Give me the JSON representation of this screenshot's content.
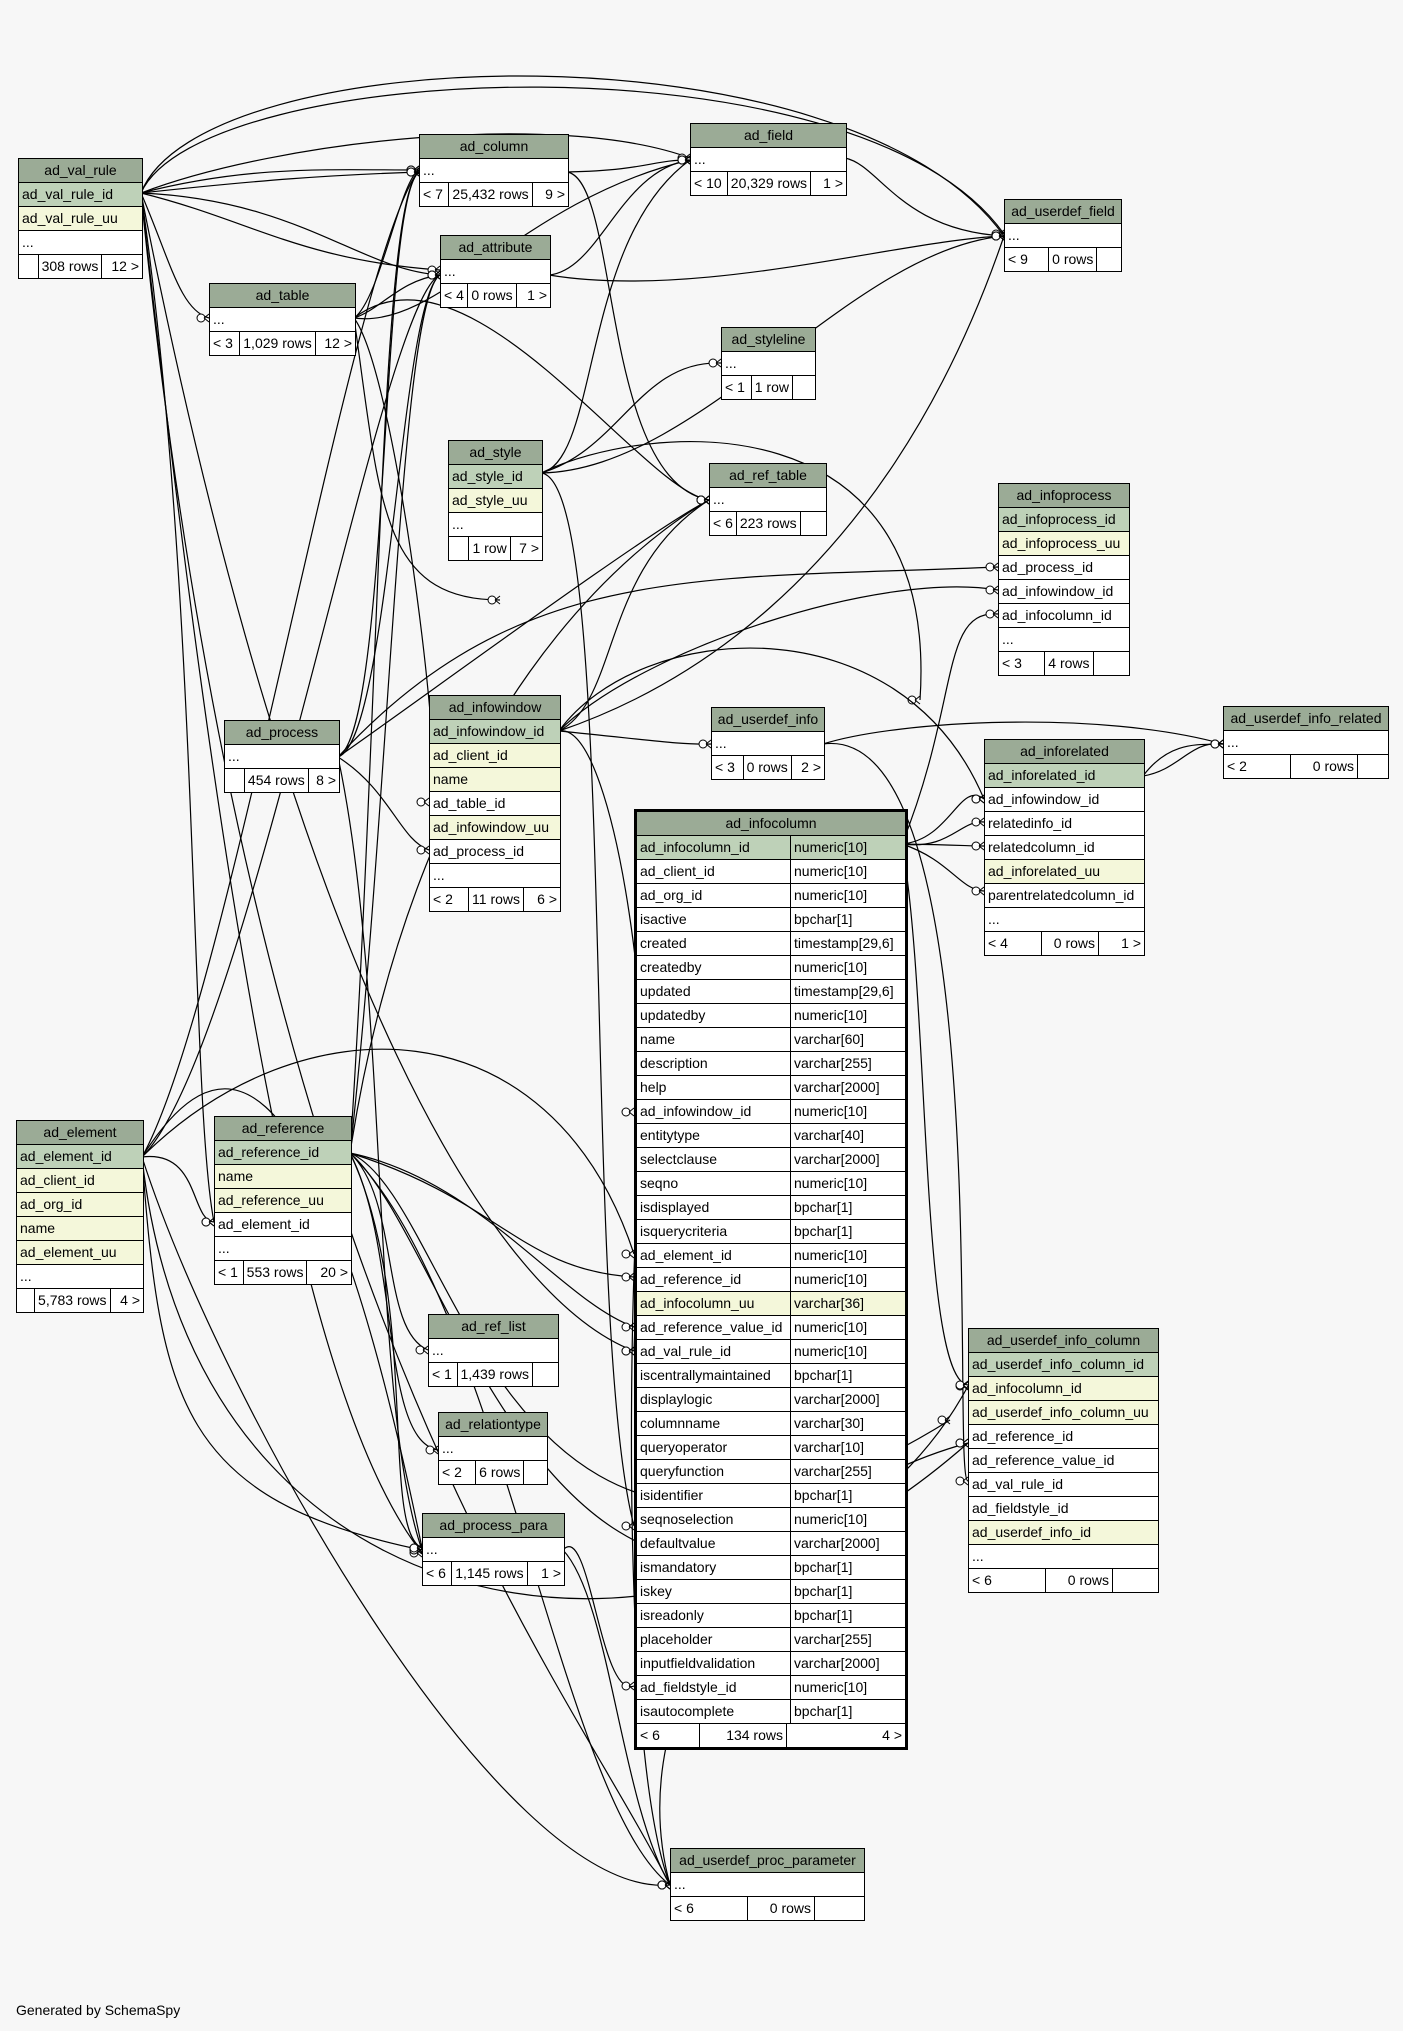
{
  "footer": "Generated by SchemaSpy",
  "tables": [
    {
      "id": "ad_val_rule",
      "title": "ad_val_rule",
      "rows": [
        {
          "n": "ad_val_rule_id",
          "k": "pk"
        },
        {
          "n": "ad_val_rule_uu",
          "k": "uk"
        },
        {
          "n": "..."
        }
      ],
      "footer": [
        "",
        "308 rows",
        "12 >"
      ]
    },
    {
      "id": "ad_column",
      "title": "ad_column",
      "rows": [
        {
          "n": "..."
        }
      ],
      "footer": [
        "< 7",
        "25,432 rows",
        "9 >"
      ]
    },
    {
      "id": "ad_field",
      "title": "ad_field",
      "rows": [
        {
          "n": "..."
        }
      ],
      "footer": [
        "< 10",
        "20,329 rows",
        "1 >"
      ]
    },
    {
      "id": "ad_userdef_field",
      "title": "ad_userdef_field",
      "rows": [
        {
          "n": "..."
        }
      ],
      "footer": [
        "< 9",
        "0 rows",
        ""
      ]
    },
    {
      "id": "ad_attribute",
      "title": "ad_attribute",
      "rows": [
        {
          "n": "..."
        }
      ],
      "footer": [
        "< 4",
        "0 rows",
        "1 >"
      ]
    },
    {
      "id": "ad_table",
      "title": "ad_table",
      "rows": [
        {
          "n": "..."
        }
      ],
      "footer": [
        "< 3",
        "1,029 rows",
        "12 >"
      ]
    },
    {
      "id": "ad_styleline",
      "title": "ad_styleline",
      "rows": [
        {
          "n": "..."
        }
      ],
      "footer": [
        "< 1",
        "1 row",
        ""
      ]
    },
    {
      "id": "ad_style",
      "title": "ad_style",
      "rows": [
        {
          "n": "ad_style_id",
          "k": "pk"
        },
        {
          "n": "ad_style_uu",
          "k": "uk"
        },
        {
          "n": "..."
        }
      ],
      "footer": [
        "",
        "1 row",
        "7 >"
      ]
    },
    {
      "id": "ad_ref_table",
      "title": "ad_ref_table",
      "rows": [
        {
          "n": "..."
        }
      ],
      "footer": [
        "< 6",
        "223 rows",
        ""
      ]
    },
    {
      "id": "ad_infoprocess",
      "title": "ad_infoprocess",
      "rows": [
        {
          "n": "ad_infoprocess_id",
          "k": "pk"
        },
        {
          "n": "ad_infoprocess_uu",
          "k": "uk"
        },
        {
          "n": "ad_process_id"
        },
        {
          "n": "ad_infowindow_id"
        },
        {
          "n": "ad_infocolumn_id"
        },
        {
          "n": "..."
        }
      ],
      "footer": [
        "< 3",
        "4 rows",
        ""
      ]
    },
    {
      "id": "ad_process",
      "title": "ad_process",
      "rows": [
        {
          "n": "..."
        }
      ],
      "footer": [
        "",
        "454 rows",
        "8 >"
      ]
    },
    {
      "id": "ad_infowindow",
      "title": "ad_infowindow",
      "rows": [
        {
          "n": "ad_infowindow_id",
          "k": "pk"
        },
        {
          "n": "ad_client_id",
          "k": "uk"
        },
        {
          "n": "name",
          "k": "uk"
        },
        {
          "n": "ad_table_id"
        },
        {
          "n": "ad_infowindow_uu",
          "k": "uk"
        },
        {
          "n": "ad_process_id"
        },
        {
          "n": "..."
        }
      ],
      "footer": [
        "< 2",
        "11 rows",
        "6 >"
      ]
    },
    {
      "id": "ad_userdef_info",
      "title": "ad_userdef_info",
      "rows": [
        {
          "n": "..."
        }
      ],
      "footer": [
        "< 3",
        "0 rows",
        "2 >"
      ]
    },
    {
      "id": "ad_userdef_info_related",
      "title": "ad_userdef_info_related",
      "rows": [
        {
          "n": "..."
        }
      ],
      "footer": [
        "< 2",
        "0 rows",
        ""
      ]
    },
    {
      "id": "ad_inforelated",
      "title": "ad_inforelated",
      "rows": [
        {
          "n": "ad_inforelated_id",
          "k": "pk"
        },
        {
          "n": "ad_infowindow_id"
        },
        {
          "n": "relatedinfo_id"
        },
        {
          "n": "relatedcolumn_id"
        },
        {
          "n": "ad_inforelated_uu",
          "k": "uk"
        },
        {
          "n": "parentrelatedcolumn_id"
        },
        {
          "n": "..."
        }
      ],
      "footer": [
        "< 4",
        "0 rows",
        "1 >"
      ]
    },
    {
      "id": "ad_infocolumn",
      "title": "ad_infocolumn",
      "focus": true,
      "rows": [
        {
          "n": "ad_infocolumn_id",
          "t": "numeric[10]",
          "k": "pk"
        },
        {
          "n": "ad_client_id",
          "t": "numeric[10]"
        },
        {
          "n": "ad_org_id",
          "t": "numeric[10]"
        },
        {
          "n": "isactive",
          "t": "bpchar[1]"
        },
        {
          "n": "created",
          "t": "timestamp[29,6]"
        },
        {
          "n": "createdby",
          "t": "numeric[10]"
        },
        {
          "n": "updated",
          "t": "timestamp[29,6]"
        },
        {
          "n": "updatedby",
          "t": "numeric[10]"
        },
        {
          "n": "name",
          "t": "varchar[60]"
        },
        {
          "n": "description",
          "t": "varchar[255]"
        },
        {
          "n": "help",
          "t": "varchar[2000]"
        },
        {
          "n": "ad_infowindow_id",
          "t": "numeric[10]"
        },
        {
          "n": "entitytype",
          "t": "varchar[40]"
        },
        {
          "n": "selectclause",
          "t": "varchar[2000]"
        },
        {
          "n": "seqno",
          "t": "numeric[10]"
        },
        {
          "n": "isdisplayed",
          "t": "bpchar[1]"
        },
        {
          "n": "isquerycriteria",
          "t": "bpchar[1]"
        },
        {
          "n": "ad_element_id",
          "t": "numeric[10]"
        },
        {
          "n": "ad_reference_id",
          "t": "numeric[10]"
        },
        {
          "n": "ad_infocolumn_uu",
          "t": "varchar[36]",
          "k": "uk"
        },
        {
          "n": "ad_reference_value_id",
          "t": "numeric[10]"
        },
        {
          "n": "ad_val_rule_id",
          "t": "numeric[10]"
        },
        {
          "n": "iscentrallymaintained",
          "t": "bpchar[1]"
        },
        {
          "n": "displaylogic",
          "t": "varchar[2000]"
        },
        {
          "n": "columnname",
          "t": "varchar[30]"
        },
        {
          "n": "queryoperator",
          "t": "varchar[10]"
        },
        {
          "n": "queryfunction",
          "t": "varchar[255]"
        },
        {
          "n": "isidentifier",
          "t": "bpchar[1]"
        },
        {
          "n": "seqnoselection",
          "t": "numeric[10]"
        },
        {
          "n": "defaultvalue",
          "t": "varchar[2000]"
        },
        {
          "n": "ismandatory",
          "t": "bpchar[1]"
        },
        {
          "n": "iskey",
          "t": "bpchar[1]"
        },
        {
          "n": "isreadonly",
          "t": "bpchar[1]"
        },
        {
          "n": "placeholder",
          "t": "varchar[255]"
        },
        {
          "n": "inputfieldvalidation",
          "t": "varchar[2000]"
        },
        {
          "n": "ad_fieldstyle_id",
          "t": "numeric[10]"
        },
        {
          "n": "isautocomplete",
          "t": "bpchar[1]"
        }
      ],
      "footer": [
        "< 6",
        "134 rows",
        "4 >"
      ]
    },
    {
      "id": "ad_element",
      "title": "ad_element",
      "rows": [
        {
          "n": "ad_element_id",
          "k": "pk"
        },
        {
          "n": "ad_client_id",
          "k": "uk"
        },
        {
          "n": "ad_org_id",
          "k": "uk"
        },
        {
          "n": "name",
          "k": "uk"
        },
        {
          "n": "ad_element_uu",
          "k": "uk"
        },
        {
          "n": "..."
        }
      ],
      "footer": [
        "",
        "5,783 rows",
        "4 >"
      ]
    },
    {
      "id": "ad_reference",
      "title": "ad_reference",
      "rows": [
        {
          "n": "ad_reference_id",
          "k": "pk"
        },
        {
          "n": "name",
          "k": "uk"
        },
        {
          "n": "ad_reference_uu",
          "k": "uk"
        },
        {
          "n": "ad_element_id"
        },
        {
          "n": "..."
        }
      ],
      "footer": [
        "< 1",
        "553 rows",
        "20 >"
      ]
    },
    {
      "id": "ad_userdef_info_column",
      "title": "ad_userdef_info_column",
      "rows": [
        {
          "n": "ad_userdef_info_column_id",
          "k": "pk"
        },
        {
          "n": "ad_infocolumn_id",
          "k": "uk"
        },
        {
          "n": "ad_userdef_info_column_uu",
          "k": "uk"
        },
        {
          "n": "ad_reference_id"
        },
        {
          "n": "ad_reference_value_id"
        },
        {
          "n": "ad_val_rule_id"
        },
        {
          "n": "ad_fieldstyle_id"
        },
        {
          "n": "ad_userdef_info_id",
          "k": "uk"
        },
        {
          "n": "..."
        }
      ],
      "footer": [
        "< 6",
        "0 rows",
        ""
      ]
    },
    {
      "id": "ad_ref_list",
      "title": "ad_ref_list",
      "rows": [
        {
          "n": "..."
        }
      ],
      "footer": [
        "< 1",
        "1,439 rows",
        ""
      ]
    },
    {
      "id": "ad_relationtype",
      "title": "ad_relationtype",
      "rows": [
        {
          "n": "..."
        }
      ],
      "footer": [
        "< 2",
        "6 rows",
        ""
      ]
    },
    {
      "id": "ad_process_para",
      "title": "ad_process_para",
      "rows": [
        {
          "n": "..."
        }
      ],
      "footer": [
        "< 6",
        "1,145 rows",
        "1 >"
      ]
    },
    {
      "id": "ad_userdef_proc_parameter",
      "title": "ad_userdef_proc_parameter",
      "rows": [
        {
          "n": "..."
        }
      ],
      "footer": [
        "< 6",
        "0 rows",
        ""
      ]
    }
  ]
}
